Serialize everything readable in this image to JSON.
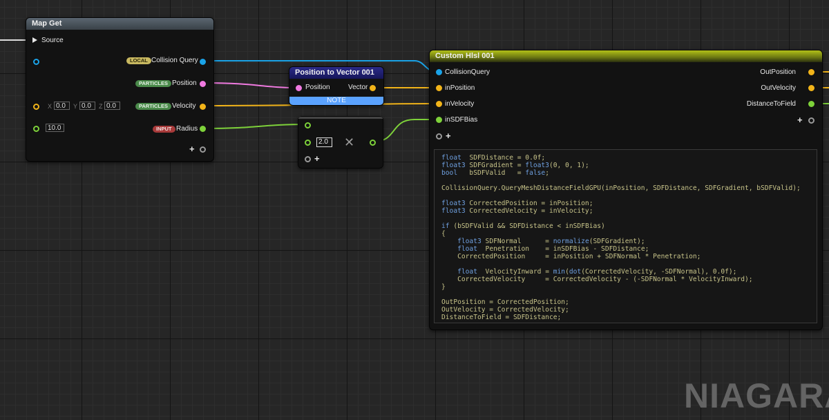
{
  "map_get": {
    "title": "Map Get",
    "source_label": "Source",
    "rows": [
      {
        "tag": "LOCAL",
        "label": "Collision Query"
      },
      {
        "tag": "PARTICLES",
        "label": "Position"
      },
      {
        "tag": "PARTICLES",
        "label": "Velocity"
      },
      {
        "tag": "INPUT",
        "label": "Radius"
      }
    ],
    "velocity_default": {
      "x_label": "X",
      "x": "0.0",
      "y_label": "Y",
      "y": "0.0",
      "z_label": "Z",
      "z": "0.0"
    },
    "radius_default": "10.0"
  },
  "pos_to_vec": {
    "title": "Position to Vector 001",
    "input_label": "Position",
    "output_label": "Vector",
    "note_label": "NOTE"
  },
  "multiply": {
    "b_value": "2.0",
    "op_symbol": "✕"
  },
  "custom_hlsl": {
    "title": "Custom Hlsl 001",
    "inputs": [
      "CollisionQuery",
      "inPosition",
      "inVelocity",
      "inSDFBias"
    ],
    "outputs": [
      "OutPosition",
      "OutVelocity",
      "DistanceToField"
    ],
    "code": [
      "float  SDFDistance = 0.0f;",
      "float3 SDFGradient = float3(0, 0, 1);",
      "bool   bSDFValid   = false;",
      "",
      "CollisionQuery.QueryMeshDistanceFieldGPU(inPosition, SDFDistance, SDFGradient, bSDFValid);",
      "",
      "float3 CorrectedPosition = inPosition;",
      "float3 CorrectedVelocity = inVelocity;",
      "",
      "if (bSDFValid && SDFDistance < inSDFBias)",
      "{",
      "    float3 SDFNormal      = normalize(SDFGradient);",
      "    float  Penetration    = inSDFBias - SDFDistance;",
      "    CorrectedPosition     = inPosition + SDFNormal * Penetration;",
      "",
      "    float  VelocityInward = min(dot(CorrectedVelocity, -SDFNormal), 0.0f);",
      "    CorrectedVelocity     = CorrectedVelocity - (-SDFNormal * VelocityInward);",
      "}",
      "",
      "OutPosition = CorrectedPosition;",
      "OutVelocity = CorrectedVelocity;",
      "DistanceToField = SDFDistance;"
    ]
  },
  "colors": {
    "collision_pin": "#1aa3e8",
    "position_pin": "#f07ae0",
    "vector_pin": "#f2b419",
    "float_pin": "#7ed23a",
    "local_tag": "#c8b860",
    "particles_tag": "#4a8a4a",
    "input_tag": "#a83a3a",
    "map_get_header": "#4a5560",
    "pos_vec_header": "#1e1e6e",
    "note_bar": "#5aa2ff",
    "hlsl_header": "#8a9a1a"
  },
  "watermark": "NIAGARA"
}
